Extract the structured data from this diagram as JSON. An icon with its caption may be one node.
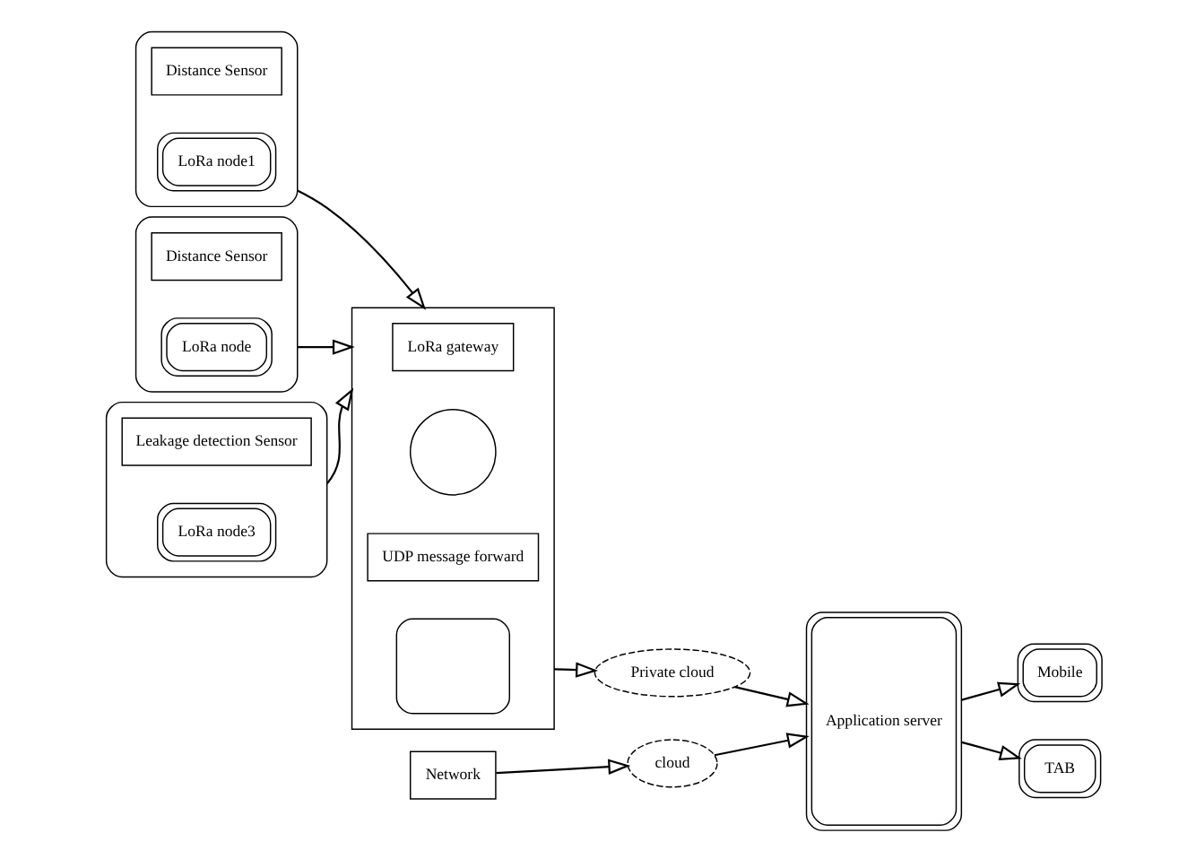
{
  "diagram": {
    "nodes": [
      {
        "text": [],
        "shape": "box"
      },
      {
        "text": [
          "Distance Sensor"
        ],
        "in": 0
      },
      {
        "text": [
          "LoRa node1"
        ],
        "in": 0
      },
      {
        "text": [],
        "shape": "box"
      },
      {
        "text": [
          "Distance Sensor"
        ],
        "in": 3
      },
      {
        "text": [
          "LoRa node"
        ],
        "in": 3
      },
      {
        "text": [],
        "shape": "box"
      },
      {
        "text": [
          "Leakage detection Sensor"
        ],
        "in": 6
      },
      {
        "text": [
          "LoRa node3"
        ],
        "in": 6
      },
      {
        "text": [],
        "shape": "box"
      },
      {
        "text": [
          "LoRa gateway"
        ],
        "in": 9
      },
      {
        "text": [],
        "shape": "circle",
        "in": 9
      },
      {
        "text": [
          "UDP message forward"
        ],
        "in": 9
      },
      {
        "text": [],
        "shape": "box",
        "in": 9
      },
      {
        "text": [
          "Private cloud"
        ]
      },
      {
        "text": [
          "cloud"
        ]
      },
      {
        "text": [
          "Network"
        ]
      },
      {
        "text": [
          "Application server"
        ]
      },
      {
        "text": [
          "Mobile"
        ]
      },
      {
        "text": [
          "TAB"
        ]
      }
    ],
    "edges": [
      {
        "from": 0,
        "to": 9,
        "arrow": "to"
      },
      {
        "from": 3,
        "to": 9,
        "arrow": "to"
      },
      {
        "from": 6,
        "to": 9,
        "arrow": "to"
      },
      {
        "from": 9,
        "to": 14,
        "arrow": "to"
      },
      {
        "from": 16,
        "to": 15,
        "arrow": "to"
      },
      {
        "from": 14,
        "to": 17,
        "arrow": "to"
      },
      {
        "from": 15,
        "to": 17,
        "arrow": "to"
      },
      {
        "from": 17,
        "to": 18,
        "arrow": "to"
      },
      {
        "from": 17,
        "to": 19,
        "arrow": "to"
      }
    ]
  }
}
